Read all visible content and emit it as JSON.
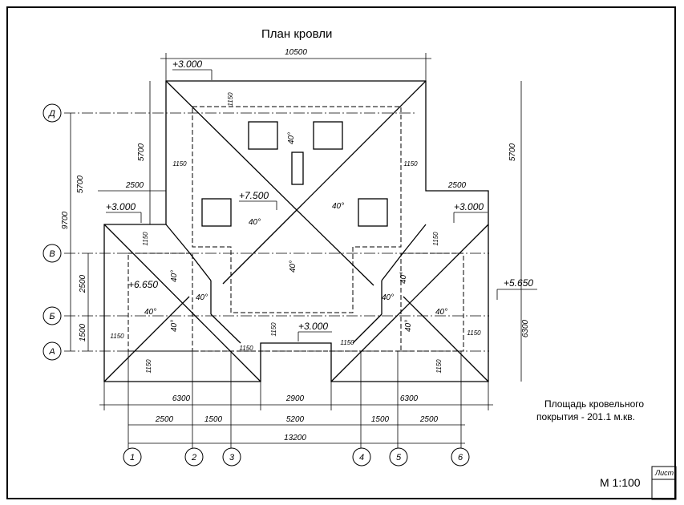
{
  "title": "План кровли",
  "area_line1": "Площадь кровельного",
  "area_line2": "покрытия - 201.1 м.кв.",
  "scale": "М 1:100",
  "sheet": "Лист",
  "axes_v": [
    "1",
    "2",
    "3",
    "4",
    "5",
    "6"
  ],
  "axes_h": [
    "Д",
    "В",
    "Б",
    "А"
  ],
  "levels": [
    "+3.000",
    "+7.500",
    "+3.000",
    "+3.000",
    "+5.650",
    "+6.650",
    "+3.000"
  ],
  "slope": "40°",
  "dims": {
    "top_width": "10500",
    "left_5700": "5700",
    "right_5700": "5700",
    "left_2500_wing": "2500",
    "right_2500_wing": "2500",
    "h_9700": "9700",
    "v_2500": "2500",
    "v_1500": "1500",
    "right_6300": "6300",
    "bottom_6300_left": "6300",
    "bottom_2900": "2900",
    "bottom_6300_right": "6300",
    "ax_2500_a": "2500",
    "ax_1500_a": "1500",
    "ax_5200": "5200",
    "ax_1500_b": "1500",
    "ax_2500_b": "2500",
    "total_13200": "13200",
    "overhang": "1150"
  }
}
